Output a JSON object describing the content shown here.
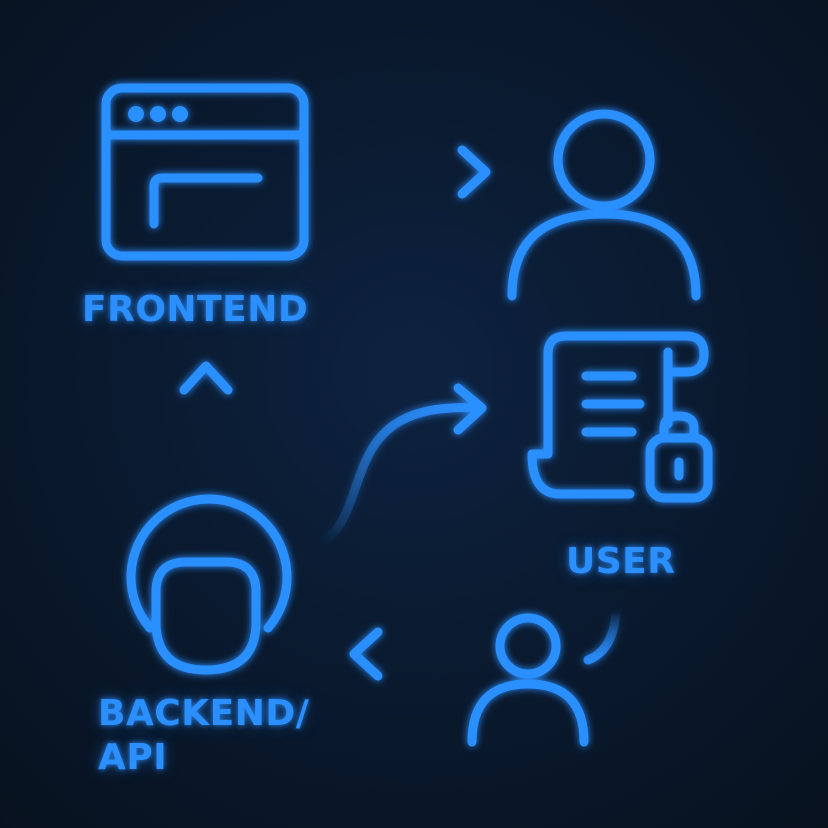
{
  "colors": {
    "background": "#0a1729",
    "accent": "#2b8fff"
  },
  "labels": {
    "frontend": "FRONTEND",
    "user": "USER",
    "backend_line1": "BACKEND/",
    "backend_line2": "API"
  },
  "icons": {
    "frontend": "browser-window-icon",
    "user_large": "user-icon",
    "document": "document-lock-icon",
    "backend": "api-head-icon",
    "user_small": "user-icon"
  }
}
